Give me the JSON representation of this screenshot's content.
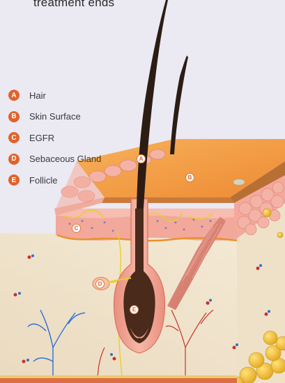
{
  "header": {
    "title": "treatment ends"
  },
  "legend": {
    "items": [
      {
        "letter": "A",
        "label": "Hair"
      },
      {
        "letter": "B",
        "label": "Skin Surface"
      },
      {
        "letter": "C",
        "label": "EGFR"
      },
      {
        "letter": "D",
        "label": "Sebaceous Gland"
      },
      {
        "letter": "E",
        "label": "Follicle"
      }
    ]
  },
  "markers": {
    "a": "A",
    "b": "B",
    "c": "C",
    "d": "D",
    "e": "E"
  },
  "colors": {
    "badge": "#e0632b",
    "skin_surface": "#f4a24a",
    "epidermis": "#f0a79a",
    "dermis": "#efe3c9",
    "hair": "#2b1d14",
    "fat": "#f2c23a",
    "vessel_blue": "#2f6fd6",
    "vessel_red": "#c9332b",
    "nerve": "#e8d02a"
  }
}
